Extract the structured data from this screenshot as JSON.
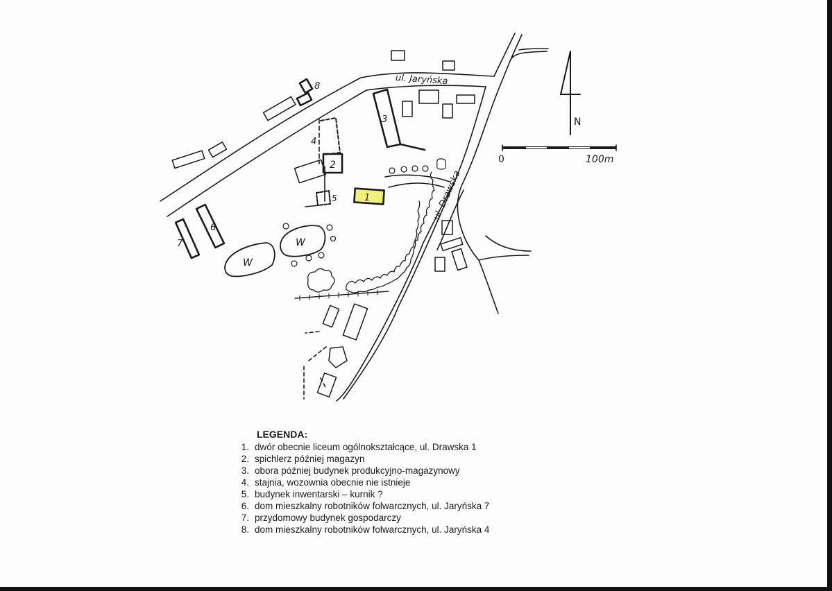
{
  "map": {
    "streets": {
      "north": "ul. Jaryńska",
      "east": "ul. Drawska"
    },
    "north_arrow_label": "N",
    "scale": {
      "start_label": "0",
      "end_label": "100m"
    },
    "building_numbers": [
      "1",
      "2",
      "3",
      "4",
      "5",
      "6",
      "7",
      "8"
    ],
    "outbuilding_mark": "W",
    "colors": {
      "ink": "#1a1a1a",
      "highlight": "#f2f07a"
    }
  },
  "legend": {
    "title": "LEGENDA:",
    "items": [
      {
        "num": "1.",
        "text": "dwór obecnie liceum ogólnokształcące, ul. Drawska 1"
      },
      {
        "num": "2.",
        "text": "spichlerz później magazyn"
      },
      {
        "num": "3.",
        "text": "obora później budynek produkcyjno-magazynowy"
      },
      {
        "num": "4.",
        "text": "stajnia, wozownia obecnie nie istnieje"
      },
      {
        "num": "5.",
        "text": "budynek inwentarski – kurnik ?"
      },
      {
        "num": "6.",
        "text": "dom mieszkalny robotników folwarcznych, ul. Jaryńska 7"
      },
      {
        "num": "7.",
        "text": "przydomowy budynek gospodarczy"
      },
      {
        "num": "8.",
        "text": "dom mieszkalny robotników folwarcznych, ul. Jaryńska 4"
      }
    ]
  }
}
